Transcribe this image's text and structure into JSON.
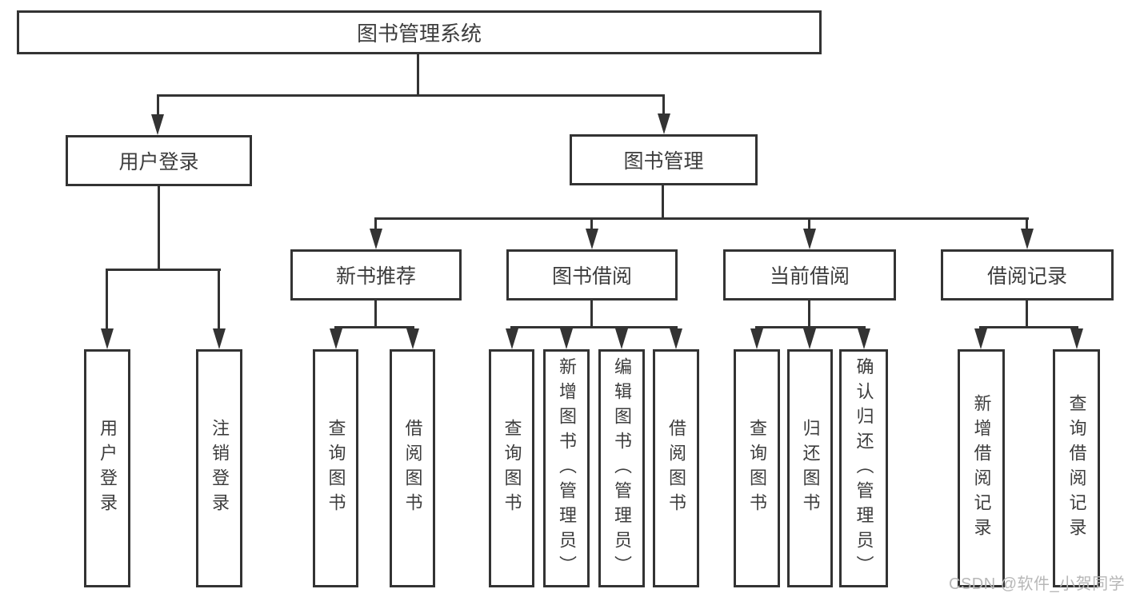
{
  "colors": {
    "line": "#333333",
    "text": "#3d3d3d",
    "background": "#ffffff",
    "watermark": "#b7b7b7"
  },
  "watermark": {
    "text": "CSDN @软件_小贺同学"
  },
  "diagram": {
    "type": "hierarchy-tree",
    "root": {
      "label": "图书管理系统"
    },
    "branches": [
      {
        "label": "用户登录",
        "children": [
          {
            "label": "用户登录"
          },
          {
            "label": "注销登录"
          }
        ]
      },
      {
        "label": "图书管理",
        "children": [
          {
            "label": "新书推荐",
            "children": [
              {
                "label": "查询图书"
              },
              {
                "label": "借阅图书"
              }
            ]
          },
          {
            "label": "图书借阅",
            "children": [
              {
                "label": "查询图书"
              },
              {
                "label": "新增图书（管理员）"
              },
              {
                "label": "编辑图书（管理员）"
              },
              {
                "label": "借阅图书"
              }
            ]
          },
          {
            "label": "当前借阅",
            "children": [
              {
                "label": "查询图书"
              },
              {
                "label": "归还图书"
              },
              {
                "label": "确认归还（管理员）"
              }
            ]
          },
          {
            "label": "借阅记录",
            "children": [
              {
                "label": "新增借阅记录"
              },
              {
                "label": "查询借阅记录"
              }
            ]
          }
        ]
      }
    ]
  }
}
